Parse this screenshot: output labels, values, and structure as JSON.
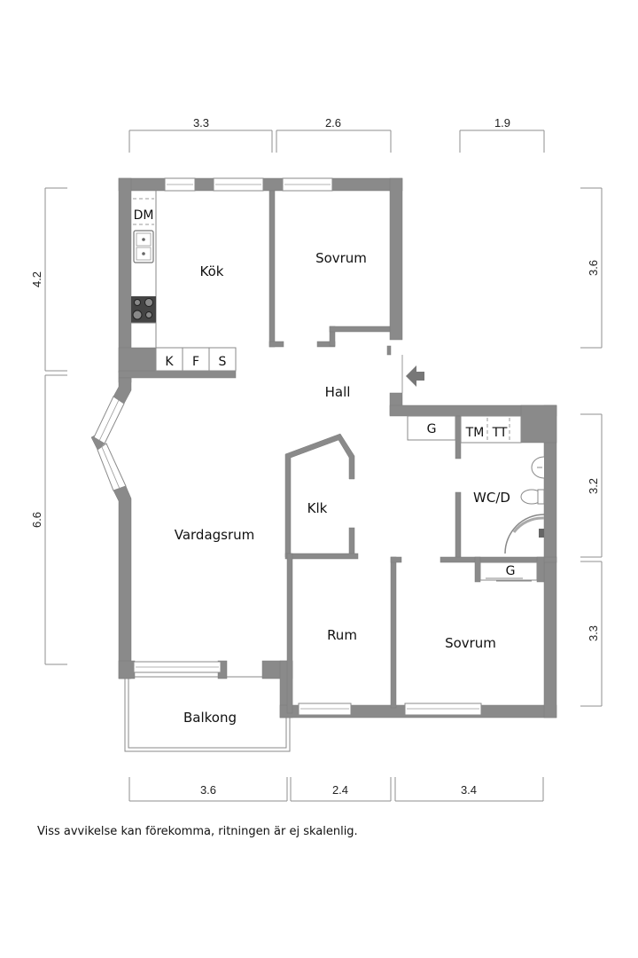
{
  "floorplan": {
    "rooms": {
      "kok": "Kök",
      "sovrum_top": "Sovrum",
      "hall": "Hall",
      "klk": "Klk",
      "vardagsrum": "Vardagsrum",
      "wc": "WC/D",
      "rum": "Rum",
      "sovrum_bottom": "Sovrum",
      "balkong": "Balkong"
    },
    "fixtures": {
      "dm": "DM",
      "k": "K",
      "f": "F",
      "s": "S",
      "g_hall": "G",
      "tm": "TM",
      "tt": "TT",
      "g_bedroom": "G"
    },
    "dimensions": {
      "top": [
        "3.3",
        "2.6",
        "1.9"
      ],
      "left": [
        "4.2",
        "6.6"
      ],
      "right": [
        "3.6",
        "3.2",
        "3.3"
      ],
      "bottom": [
        "3.6",
        "2.4",
        "3.4"
      ]
    },
    "colors": {
      "wall": "#8a8a8a",
      "dimension_line": "#8f8f8f",
      "background": "#ffffff"
    }
  },
  "disclaimer": "Viss avvikelse kan förekomma, ritningen är ej skalenlig."
}
